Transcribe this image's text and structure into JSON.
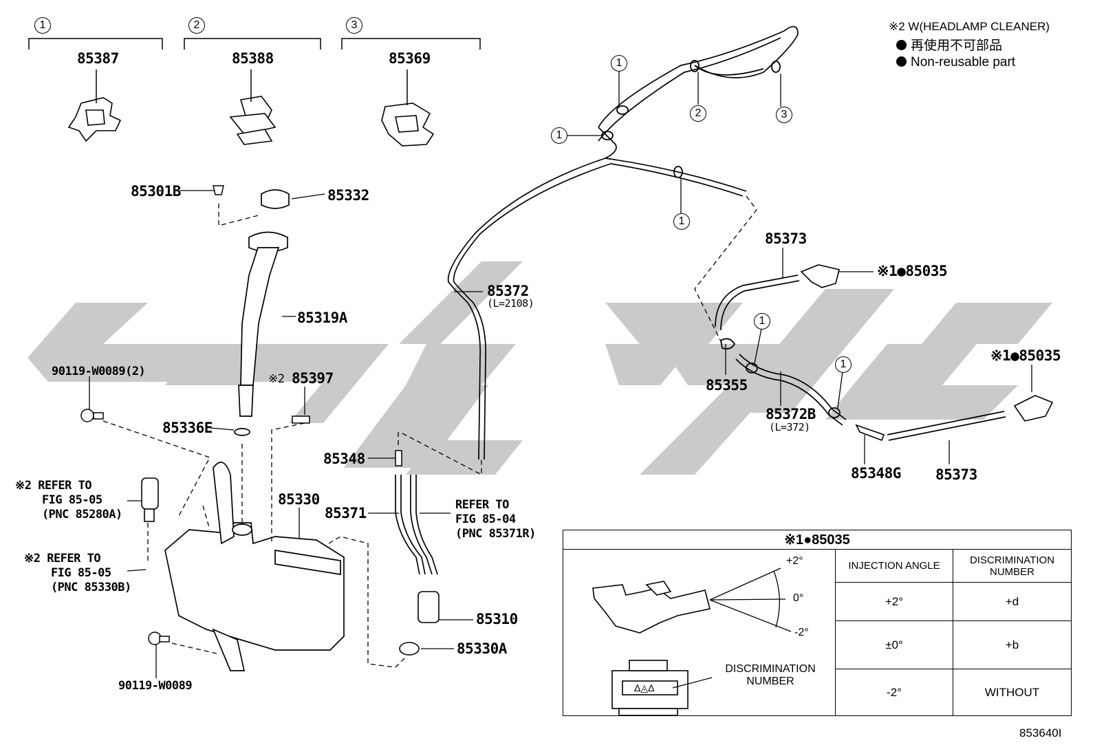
{
  "top_parts": [
    {
      "index": "1",
      "number": "85387"
    },
    {
      "index": "2",
      "number": "85388"
    },
    {
      "index": "3",
      "number": "85369"
    }
  ],
  "notes": {
    "headlamp": "※2 W(HEADLAMP CLEANER)",
    "nonreusable_jp": "再使用不可部品",
    "nonreusable_en": "Non-reusable part"
  },
  "labels": {
    "p85301B": "85301B",
    "p85332": "85332",
    "p85319A": "85319A",
    "p90119_2": "90119-W0089(2)",
    "p85397_mark": "※2",
    "p85397": "85397",
    "p85336E": "85336E",
    "p85330": "85330",
    "p90119": "90119-W0089",
    "p85372": "85372",
    "p85372_len": "(L=2108)",
    "p85348": "85348",
    "p85371": "85371",
    "p85310": "85310",
    "p85330A": "85330A",
    "p85373_top": "85373",
    "p85035_top": "※1●85035",
    "p85355": "85355",
    "p85372B": "85372B",
    "p85372B_len": "(L=372)",
    "p85348G": "85348G",
    "p85373_bot": "85373",
    "p85035_right": "※1●85035",
    "ref1": "※2 REFER TO\n    FIG 85-05\n    (PNC 85280A)",
    "ref2": "※2 REFER TO\n    FIG 85-05\n    (PNC 85330B)",
    "ref3": "REFER TO\nFIG 85-04\n(PNC 85371R)",
    "circle_1": "1",
    "circle_2": "2",
    "circle_3": "3"
  },
  "detail_table": {
    "title": "※1●85035",
    "col_angle": "INJECTION ANGLE",
    "col_disc": "DISCRIMINATION NUMBER",
    "rows": [
      {
        "angle": "+2°",
        "disc": "+d"
      },
      {
        "angle": "±0°",
        "disc": "+b"
      },
      {
        "angle": "-2°",
        "disc": "WITHOUT"
      }
    ],
    "angle_plus": "+2°",
    "angle_zero": "0°",
    "angle_minus": "-2°",
    "disc_label": "DISCRIMINATION NUMBER",
    "disc_mark": "Δ◬Δ"
  },
  "diagram_code": "853640I"
}
